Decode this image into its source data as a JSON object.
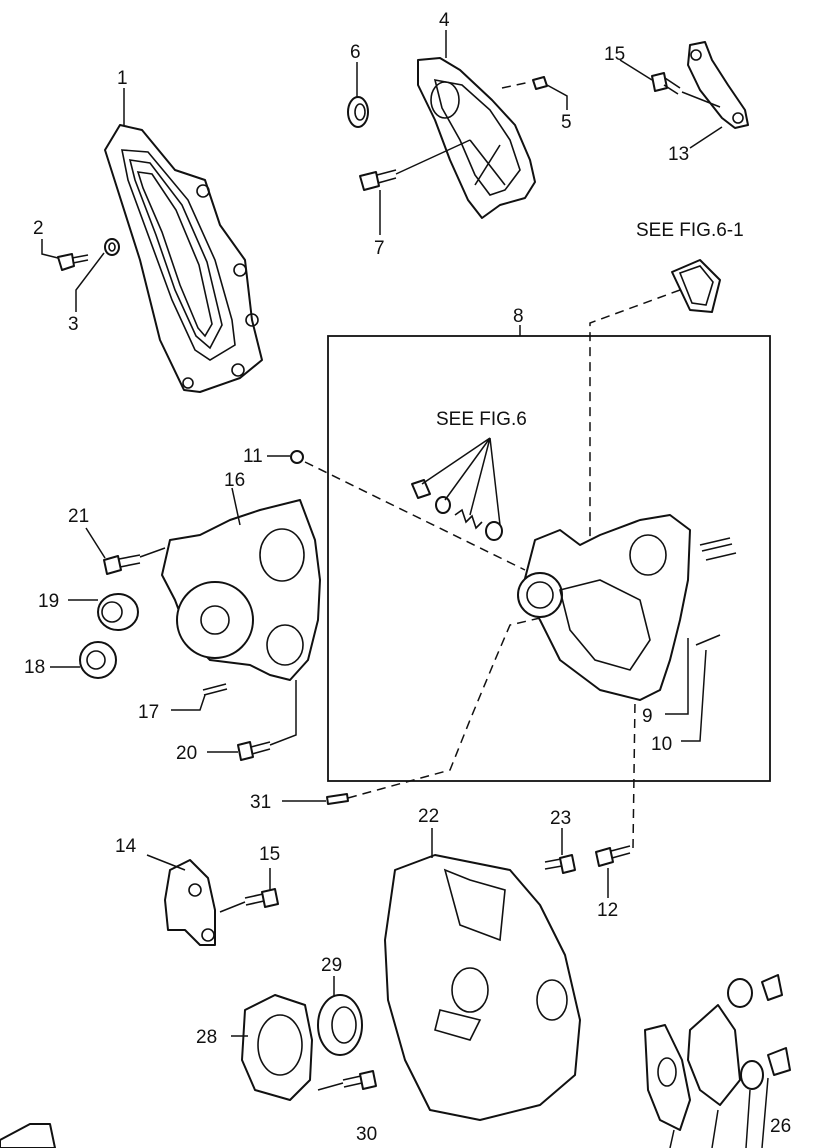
{
  "diagram": {
    "refs": {
      "see_fig_6_1": "SEE FIG.6-1",
      "see_fig_6": "SEE FIG.6"
    },
    "callouts": [
      {
        "id": "c1",
        "label": "1"
      },
      {
        "id": "c2",
        "label": "2"
      },
      {
        "id": "c3",
        "label": "3"
      },
      {
        "id": "c4",
        "label": "4"
      },
      {
        "id": "c5",
        "label": "5"
      },
      {
        "id": "c6",
        "label": "6"
      },
      {
        "id": "c7",
        "label": "7"
      },
      {
        "id": "c8",
        "label": "8"
      },
      {
        "id": "c9",
        "label": "9"
      },
      {
        "id": "c10",
        "label": "10"
      },
      {
        "id": "c11",
        "label": "11"
      },
      {
        "id": "c12",
        "label": "12"
      },
      {
        "id": "c13",
        "label": "13"
      },
      {
        "id": "c14",
        "label": "14"
      },
      {
        "id": "c15a",
        "label": "15"
      },
      {
        "id": "c15b",
        "label": "15"
      },
      {
        "id": "c16",
        "label": "16"
      },
      {
        "id": "c17",
        "label": "17"
      },
      {
        "id": "c18",
        "label": "18"
      },
      {
        "id": "c19",
        "label": "19"
      },
      {
        "id": "c20",
        "label": "20"
      },
      {
        "id": "c21",
        "label": "21"
      },
      {
        "id": "c22",
        "label": "22"
      },
      {
        "id": "c23",
        "label": "23"
      },
      {
        "id": "c26",
        "label": "26"
      },
      {
        "id": "c28",
        "label": "28"
      },
      {
        "id": "c29",
        "label": "29"
      },
      {
        "id": "c30",
        "label": "30"
      },
      {
        "id": "c31",
        "label": "31"
      }
    ]
  }
}
